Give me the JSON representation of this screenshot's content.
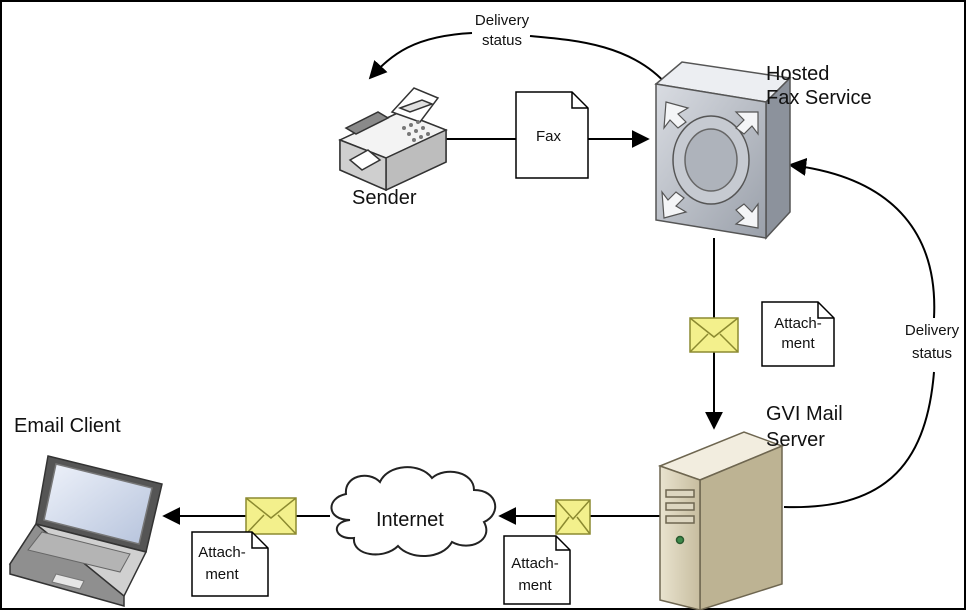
{
  "labels": {
    "sender": "Sender",
    "hosted_line1": "Hosted",
    "hosted_line2": "Fax Service",
    "gvi_line1": "GVI Mail",
    "gvi_line2": "Server",
    "email_client": "Email Client",
    "internet": "Internet",
    "fax_doc": "Fax",
    "delivery_top_1": "Delivery",
    "delivery_top_2": "status",
    "delivery_right_1": "Delivery",
    "delivery_right_2": "status",
    "attach1_1": "Attach-",
    "attach1_2": "ment",
    "attach2_1": "Attach-",
    "attach2_2": "ment",
    "attach3_1": "Attach-",
    "attach3_2": "ment"
  },
  "icons": [
    "fax-machine-icon",
    "hosted-fax-server-icon",
    "mail-server-tower-icon",
    "laptop-icon",
    "cloud-icon",
    "envelope-icon",
    "document-icon"
  ],
  "colors": {
    "envelope": "#f3f08c",
    "envelope_stroke": "#8c8a30",
    "server_gray": "#b8bcc4",
    "tower_beige": "#d8cfb6"
  }
}
